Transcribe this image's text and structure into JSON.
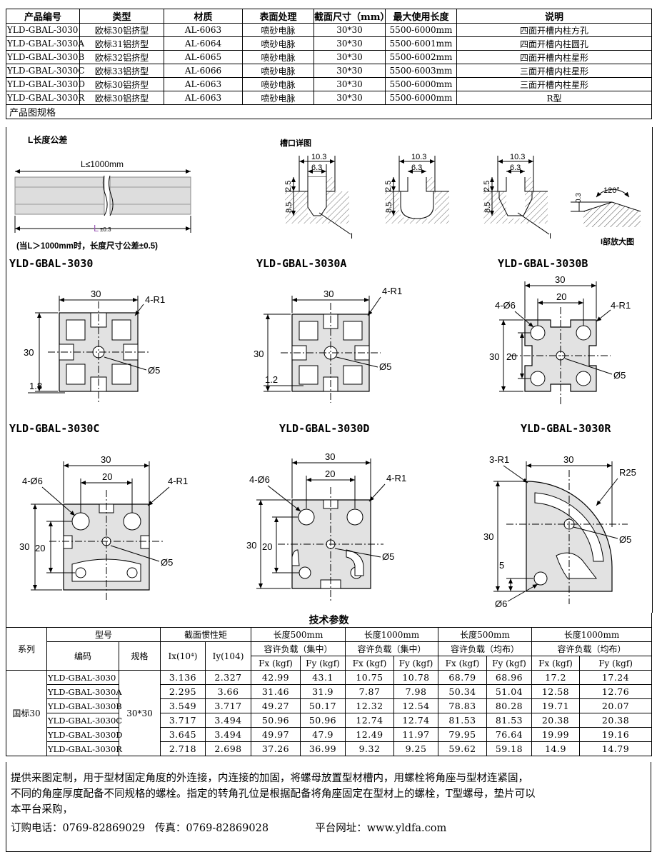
{
  "spec": {
    "headers": [
      "产品编号",
      "类型",
      "材质",
      "表面处理",
      "截面尺寸（mm）",
      "最大使用长度",
      "说明"
    ],
    "rows": [
      [
        "YLD-GBAL-3030",
        "欧标30铝挤型",
        "AL-6063",
        "喷砂电脉",
        "30*30",
        "5500-6000mm",
        "四面开槽内柱方孔"
      ],
      [
        "YLD-GBAL-3030A",
        "欧标31铝挤型",
        "AL-6064",
        "喷砂电脉",
        "30*30",
        "5500-6001mm",
        "四面开槽内柱圆孔"
      ],
      [
        "YLD-GBAL-3030B",
        "欧标32铝挤型",
        "AL-6065",
        "喷砂电脉",
        "30*30",
        "5500-6002mm",
        "四面开槽内柱星形"
      ],
      [
        "YLD-GBAL-3030C",
        "欧标33铝挤型",
        "AL-6066",
        "喷砂电脉",
        "30*30",
        "5500-6003mm",
        "三面开槽内柱星形"
      ],
      [
        "YLD-GBAL-3030D",
        "欧标30铝挤型",
        "AL-6063",
        "喷砂电脉",
        "30*30",
        "5500-6000mm",
        "三面开槽内柱星形"
      ],
      [
        "YLD-GBAL-3030R",
        "欧标30铝挤型",
        "AL-6063",
        "喷砂电脉",
        "30*30",
        "5500-6000mm",
        "R型"
      ]
    ],
    "section_label": "产品图规格"
  },
  "drawing": {
    "tolerance_title": "L长度公差",
    "length_label": "L≤1000mm",
    "l_letter": "L",
    "l_tol": "±0.3",
    "tolerance_note": "(当L＞1000mm时，长度尺寸公差±0.5)",
    "slot_title": "槽口详图",
    "slot_w1": "10.3",
    "slot_w2": "6.3",
    "slot_h1": "2.5",
    "slot_h2": "8.5",
    "slot_i": "I",
    "detail_angle": "120°",
    "detail_h": "0.3",
    "detail_label": "I部放大图",
    "models": [
      "YLD-GBAL-3030",
      "YLD-GBAL-3030A",
      "YLD-GBAL-3030B",
      "YLD-GBAL-3030C",
      "YLD-GBAL-3030D",
      "YLD-GBAL-3030R"
    ],
    "dim_30": "30",
    "dim_20": "20",
    "dim_5": "5",
    "r1": "4-R1",
    "r1_3": "3-R1",
    "r25": "R25",
    "phi5": "Ø5",
    "phi6x4": "4-Ø6",
    "phi6": "Ø6",
    "dim_18": "1.8",
    "dim_12": "1.2"
  },
  "tech": {
    "title": "技术参数",
    "h_series": "系列",
    "h_model": "型号",
    "h_code": "编码",
    "h_spec": "规格",
    "h_inertia": "截面惯性矩",
    "h_ix": "Ix(10⁴)",
    "h_iy": "Iy(104)",
    "h_len500": "长度500mm",
    "h_len1000": "长度1000mm",
    "h_conc": "容许负载（集中）",
    "h_dist": "容许负载（均布）",
    "h_fx": "Fx (kgf)",
    "h_fy": "Fy (kgf)",
    "series": "国标30",
    "spec": "30*30",
    "rows": [
      [
        "YLD-GBAL-3030",
        "3.136",
        "2.327",
        "42.99",
        "43.1",
        "10.75",
        "10.78",
        "68.79",
        "68.96",
        "17.2",
        "17.24"
      ],
      [
        "YLD-GBAL-3030A",
        "2.295",
        "3.66",
        "31.46",
        "31.9",
        "7.87",
        "7.98",
        "50.34",
        "51.04",
        "12.58",
        "12.76"
      ],
      [
        "YLD-GBAL-3030B",
        "3.549",
        "3.717",
        "49.27",
        "50.17",
        "12.32",
        "12.54",
        "78.83",
        "80.28",
        "19.71",
        "20.07"
      ],
      [
        "YLD-GBAL-3030C",
        "3.717",
        "3.494",
        "50.96",
        "50.96",
        "12.74",
        "12.74",
        "81.53",
        "81.53",
        "20.38",
        "20.38"
      ],
      [
        "YLD-GBAL-3030D",
        "3.645",
        "3.494",
        "49.97",
        "47.9",
        "12.49",
        "11.97",
        "79.95",
        "76.64",
        "19.99",
        "19.16"
      ],
      [
        "YLD-GBAL-3030R",
        "2.718",
        "2.698",
        "37.26",
        "36.99",
        "9.32",
        "9.25",
        "59.62",
        "59.18",
        "14.9",
        "14.79"
      ]
    ]
  },
  "footer": {
    "line1": "提供来图定制，用于型材固定角度的外连接，内连接的加固，将螺母放置型材槽内，用螺栓将角座与型材连紧固，",
    "line2": "不同的角座厚度配备不同规格的螺栓。指定的转角孔位是根据配备将角座固定在型材上的螺栓，T型螺母，垫片可以",
    "line3": "本平台采购，",
    "phone": "订购电话：0769-82869029",
    "fax": "传真：0769-82869028",
    "website": "平台网址：www.yldfa.com"
  }
}
